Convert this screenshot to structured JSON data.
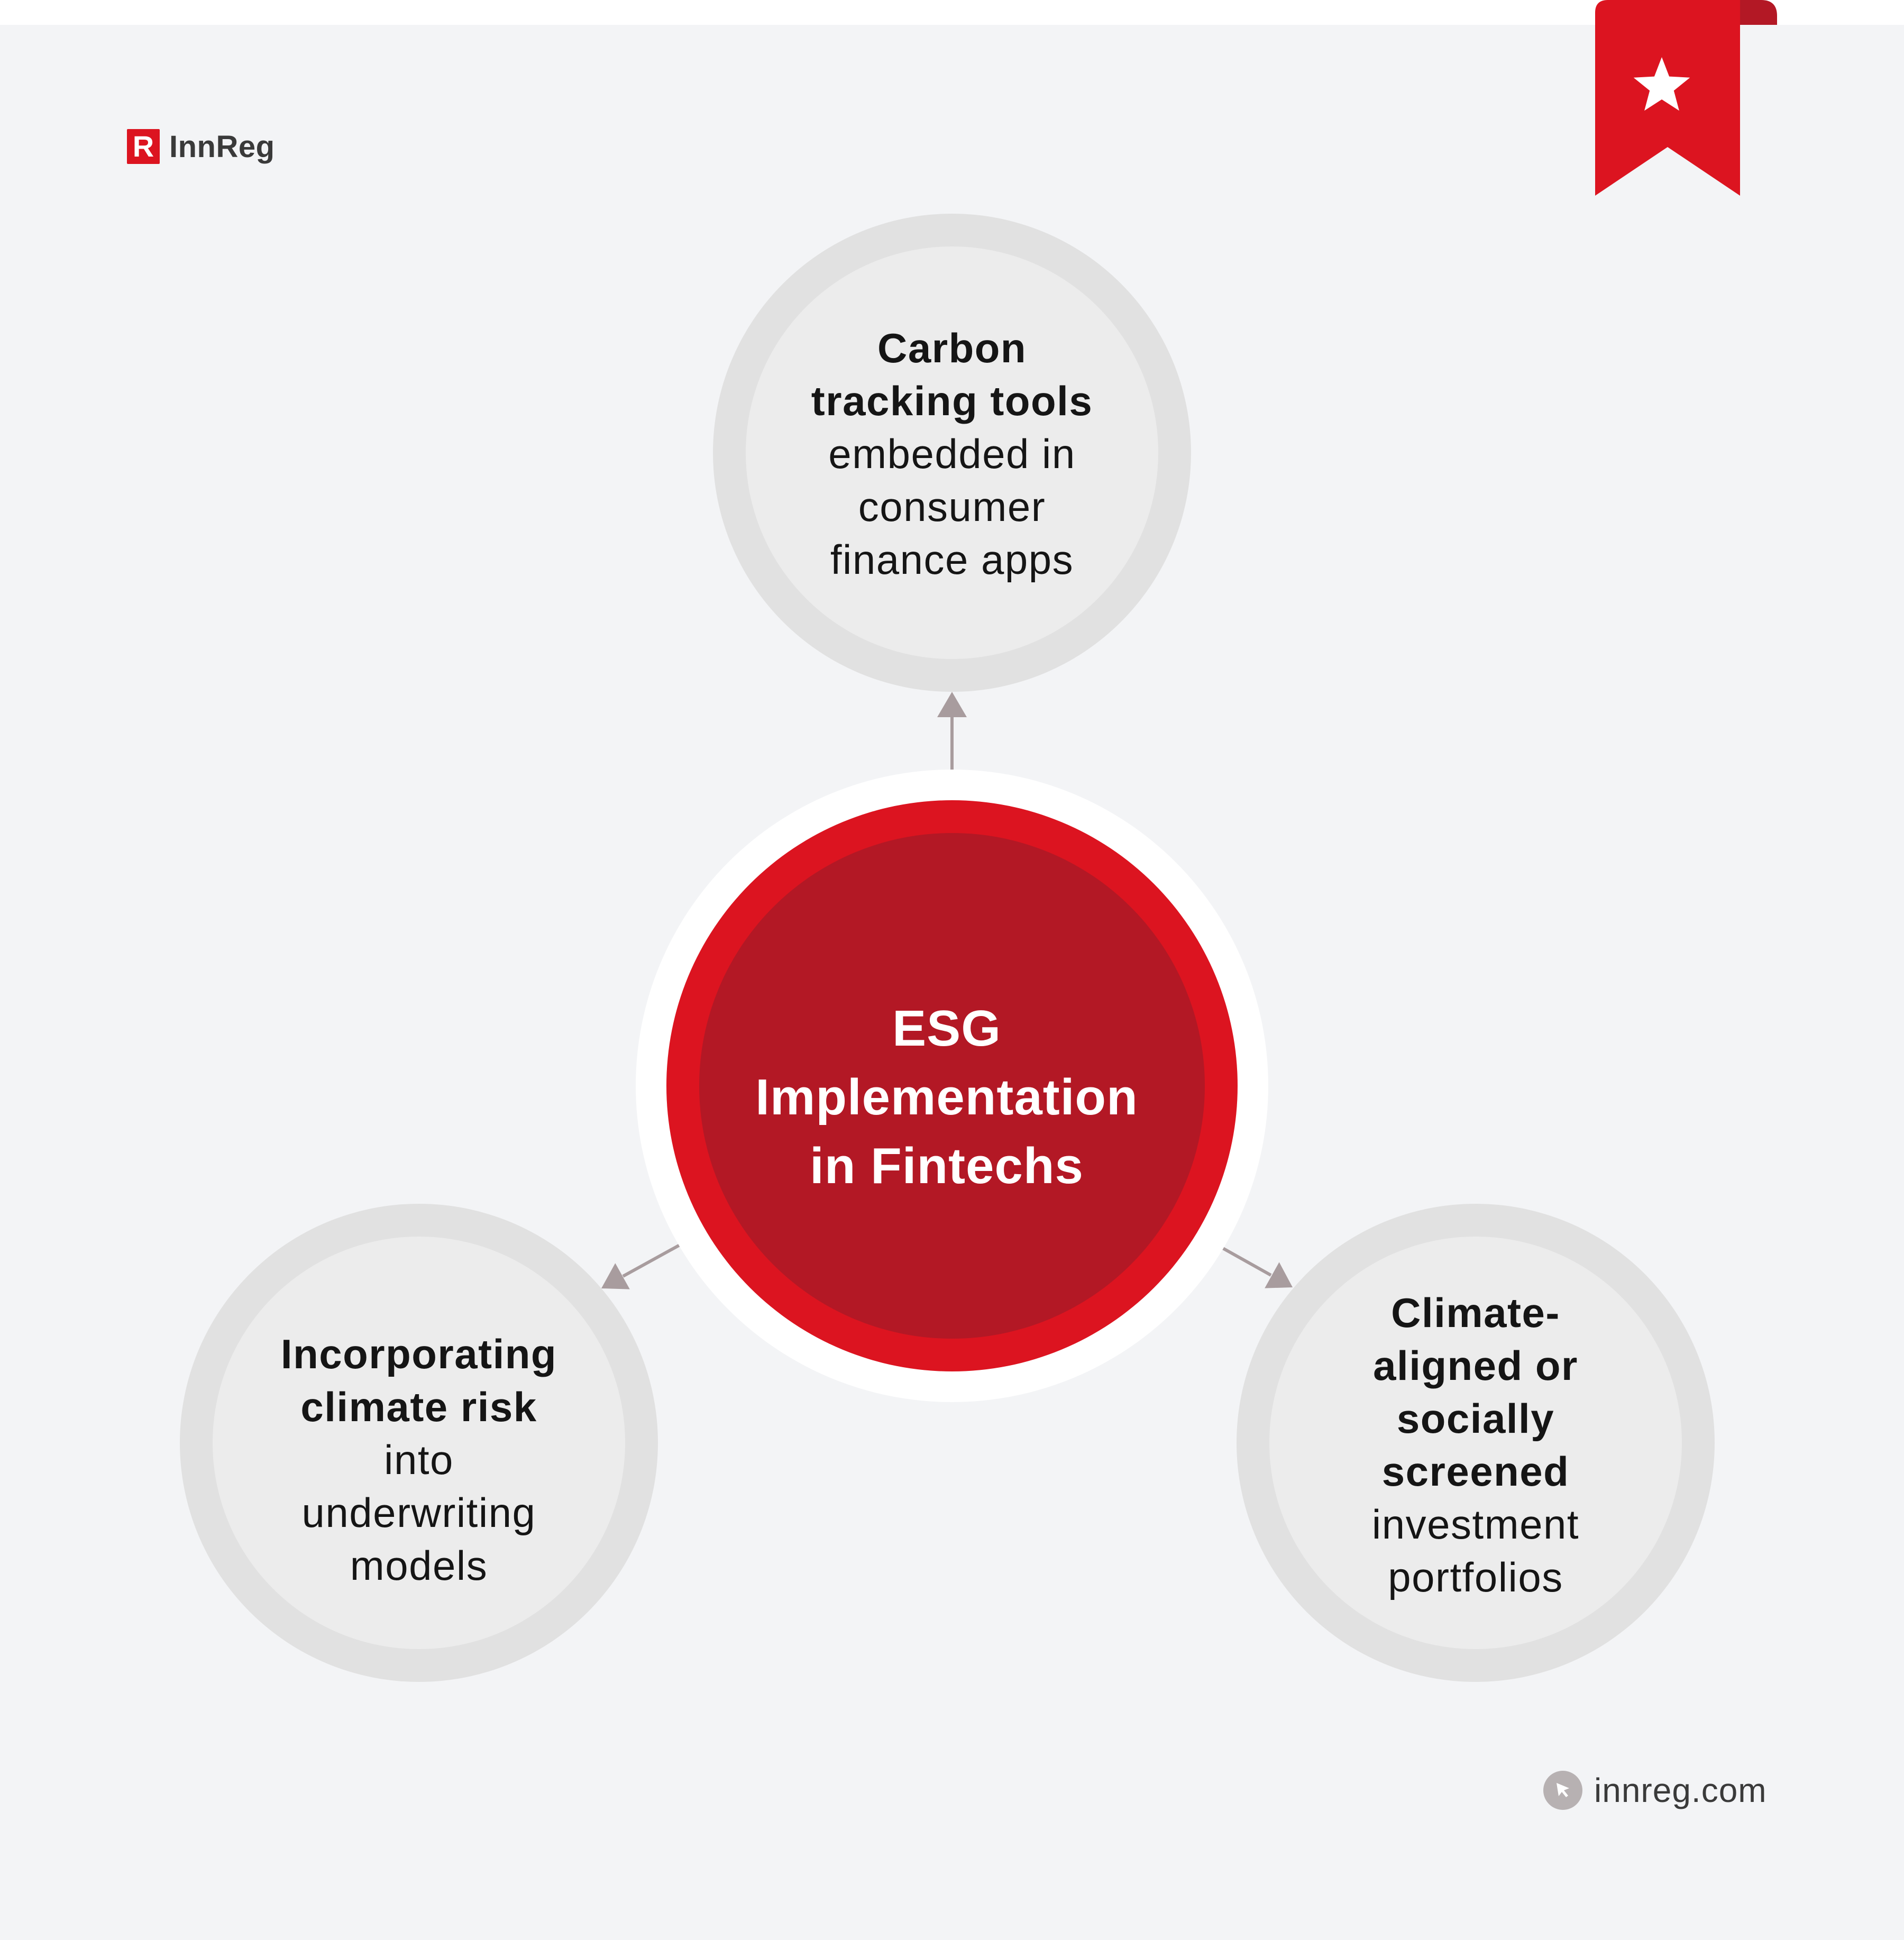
{
  "brand": {
    "logo_letter": "R",
    "logo_name": "InnReg",
    "color_red": "#dc1420",
    "color_dark_red": "#b31825"
  },
  "bookmark": {
    "icon": "star-icon"
  },
  "center": {
    "lines": [
      "ESG",
      "Implementation",
      "in Fintechs"
    ]
  },
  "nodes": [
    {
      "bold": [
        "Carbon",
        "tracking tools"
      ],
      "normal": [
        "embedded in",
        "consumer",
        "finance apps"
      ]
    },
    {
      "bold": [
        "Incorporating",
        "climate risk"
      ],
      "normal": [
        "into",
        "underwriting",
        "models"
      ]
    },
    {
      "bold": [
        "Climate-",
        "aligned or",
        "socially",
        "screened"
      ],
      "normal": [
        "investment",
        "portfolios"
      ]
    }
  ],
  "footer": {
    "icon": "cursor-icon",
    "link_text": "innreg.com"
  }
}
